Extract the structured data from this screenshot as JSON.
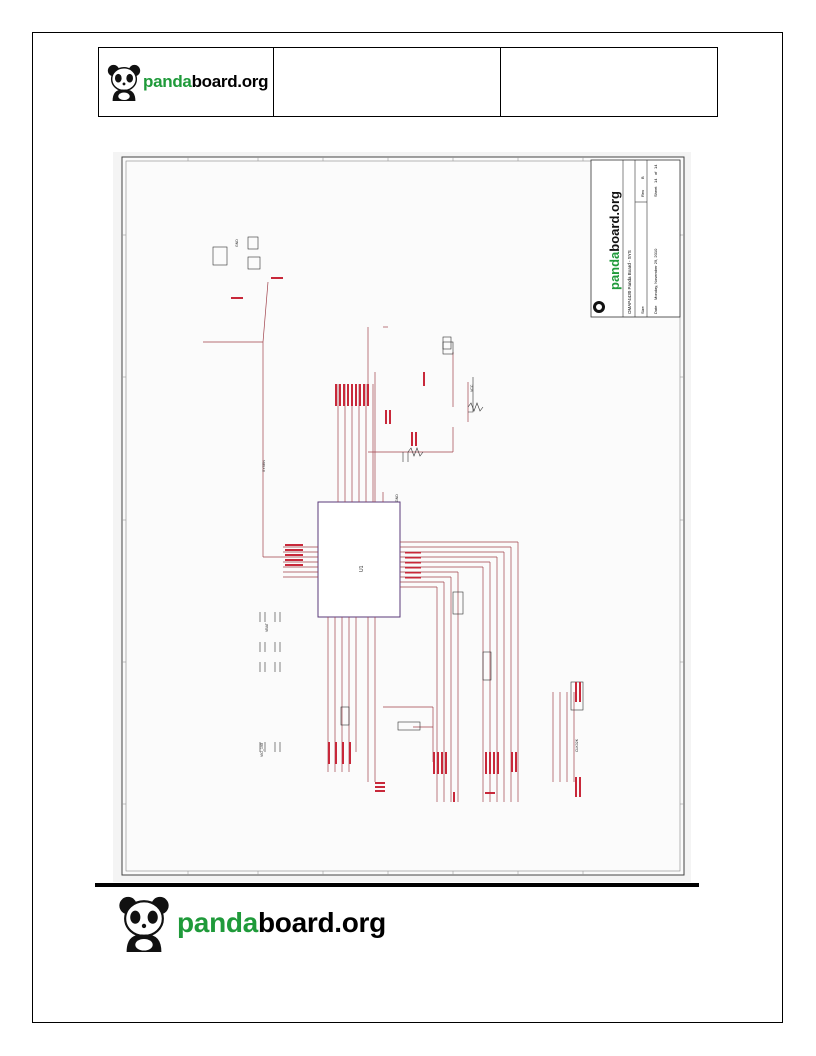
{
  "header": {
    "logo_text_green": "panda",
    "logo_text_dark": "board.org",
    "cell2": "",
    "cell3": ""
  },
  "schematic": {
    "title_block": {
      "logo_text_green": "panda",
      "logo_text_dark": "board.org",
      "title": "OMAP4430 Panda Board - SYS",
      "size_label": "Size",
      "rev_label": "Rev",
      "rev": "B",
      "date_label": "Date",
      "date": "Monday, November 29, 2010",
      "sheet_label": "Sheet",
      "sheet": "14",
      "of_label": "of",
      "sheet_total": "14"
    },
    "ic_label": "U1",
    "net_labels": [
      "SYSEN",
      "GND",
      "VBAT",
      "VIO_1V8",
      "CLK32K",
      "GND",
      "VCC"
    ]
  },
  "footer": {
    "logo_text_green": "panda",
    "logo_text_dark": "board.org"
  }
}
